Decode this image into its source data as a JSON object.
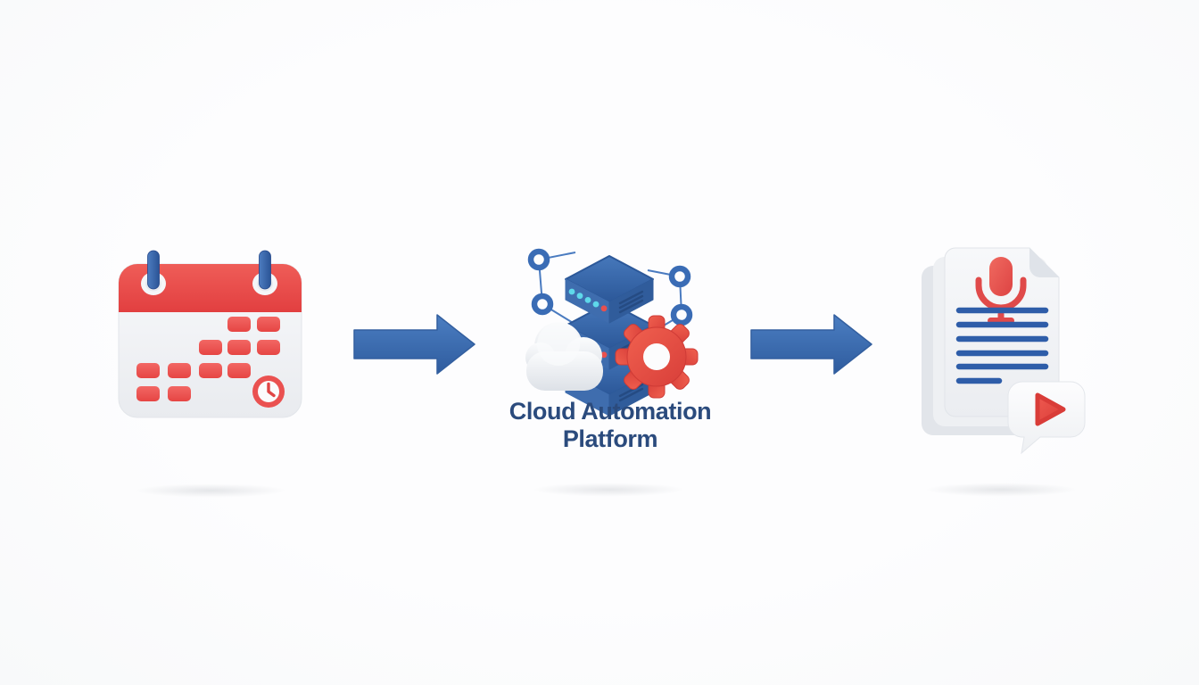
{
  "diagram": {
    "description_visible_text_only": true,
    "steps": [
      {
        "id": "schedule",
        "icon": "calendar-clock-icon"
      },
      {
        "id": "platform",
        "icon": "cloud-server-gear-icon",
        "label": "Cloud Automation Platform"
      },
      {
        "id": "transcript",
        "icon": "voice-document-play-icon"
      }
    ],
    "connectors": [
      {
        "icon": "arrow-right-icon"
      },
      {
        "icon": "arrow-right-icon"
      }
    ],
    "colors": {
      "accent_red": "#e84c4c",
      "accent_blue": "#3a6cb2",
      "server_blue_dark": "#2d5898",
      "navy_text": "#2b4b7d",
      "cyan_led": "#5ed8ea",
      "page_white": "#f4f6f8",
      "background": "#fcfcfd"
    }
  }
}
